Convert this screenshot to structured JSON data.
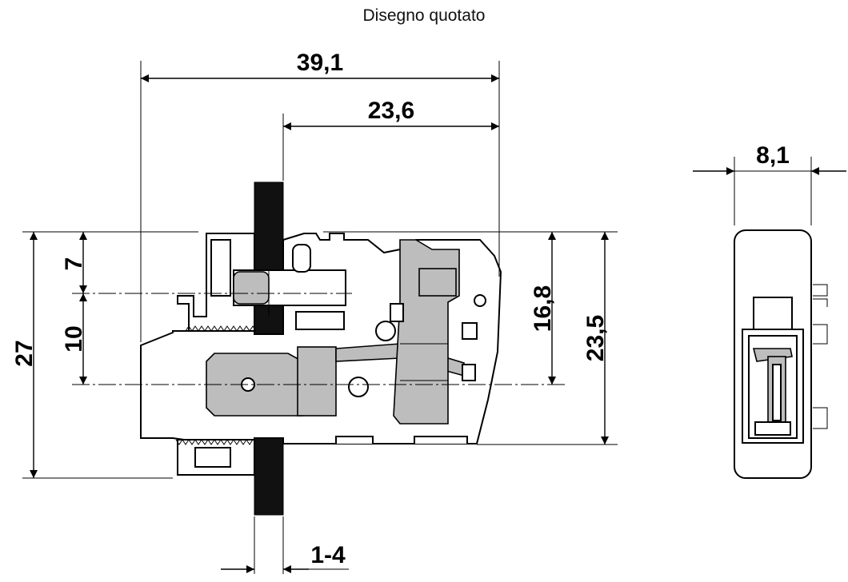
{
  "title": "Disegno quotato",
  "dimensions": {
    "overall_width": "39,1",
    "right_width": "23,6",
    "panel_thickness": "1-4",
    "overall_height": "27",
    "upper_offset": "7",
    "middle_offset": "10",
    "inner_height": "16,8",
    "body_height": "23,5",
    "side_width": "8,1"
  }
}
